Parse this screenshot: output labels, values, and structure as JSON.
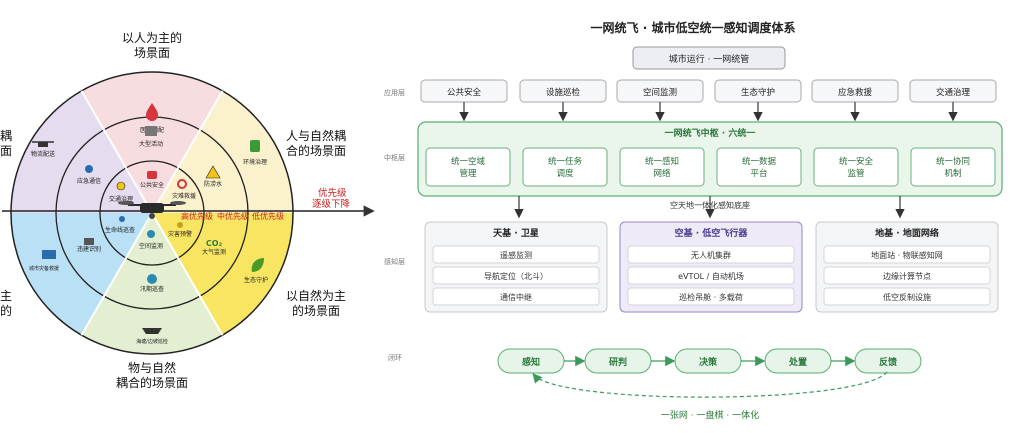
{
  "left": {
    "outer_labels": {
      "top": [
        "以人为主的",
        "场景面"
      ],
      "right_upper": [
        "人与自然耦",
        "合的场景面"
      ],
      "right_lower": [
        "以自然为主",
        "的场景面"
      ],
      "bottom": [
        "物与自然",
        "耦合的场景面"
      ],
      "left_upper": [
        "耦",
        "面"
      ],
      "left_lower": [
        "主",
        "的"
      ]
    },
    "priority": {
      "high_arrow": [
        "优先级",
        "逐级下降"
      ],
      "high": "高优先级",
      "mid": "中优先级",
      "low": "低优先级"
    },
    "outer_ring": [
      {
        "label": "医疗调配",
        "icon": "medical-icon"
      },
      {
        "label": "环境治理",
        "icon": "recycle-icon"
      },
      {
        "label": "生态守护",
        "icon": "leaf-icon"
      },
      {
        "label": "海塘/边坡巡检",
        "icon": "boat-icon"
      },
      {
        "label": "城市灾备救援",
        "icon": "grid-icon"
      },
      {
        "label": "物流配送",
        "icon": "drone-icon"
      }
    ],
    "middle_ring": [
      {
        "label": "大型活动",
        "icon": "building-icon"
      },
      {
        "label": "防涝水",
        "icon": "warning-icon"
      },
      {
        "label": "大气监测",
        "icon": "co2-icon"
      },
      {
        "label": "汛期巡查",
        "icon": "flood-icon"
      },
      {
        "label": "违建识别",
        "icon": "building-id-icon"
      },
      {
        "label": "应急通信",
        "icon": "antenna-icon"
      }
    ],
    "inner_ring": [
      {
        "label": "公共安全",
        "icon": "camera-icon"
      },
      {
        "label": "灾难救援",
        "icon": "lifebuoy-icon"
      },
      {
        "label": "灾害预警",
        "icon": "hand-icon"
      },
      {
        "label": "空间监测",
        "icon": "globe-icon"
      },
      {
        "label": "生命线巡查",
        "icon": "network-icon"
      },
      {
        "label": "交通治理",
        "icon": "traffic-icon"
      }
    ]
  },
  "right": {
    "title": "一网统飞 · 城市低空统一感知调度体系",
    "top_box": "城市运行 · 一网统管",
    "layer_labels": {
      "app": "应用层",
      "hub": "中枢层",
      "sense": "感知层",
      "loop": "闭环"
    },
    "apps": [
      "公共安全",
      "设施巡检",
      "空间监测",
      "生态守护",
      "应急救援",
      "交通治理"
    ],
    "hub_title": "一网统飞中枢 · 六统一",
    "hub_items": [
      [
        "统一空域",
        "管理"
      ],
      [
        "统一任务",
        "调度"
      ],
      [
        "统一感知",
        "网络"
      ],
      [
        "统一数据",
        "平台"
      ],
      [
        "统一安全",
        "监管"
      ],
      [
        "统一协同",
        "机制"
      ]
    ],
    "base_label": "空天地一体化感知底座",
    "columns": [
      {
        "title": "天基 · 卫星",
        "items": [
          "遥感监测",
          "导航定位（北斗）",
          "通信中继"
        ]
      },
      {
        "title": "空基 · 低空飞行器",
        "items": [
          "无人机集群",
          "eVTOL / 自动机场",
          "巡检吊舱 · 多载荷"
        ]
      },
      {
        "title": "地基 · 地面网络",
        "items": [
          "地面站 · 物联感知网",
          "边缘计算节点",
          "低空反制设施"
        ]
      }
    ],
    "loop": [
      "感知",
      "研判",
      "决策",
      "处置",
      "反馈"
    ],
    "footer": "一张网 · 一盘棋 · 一体化"
  }
}
